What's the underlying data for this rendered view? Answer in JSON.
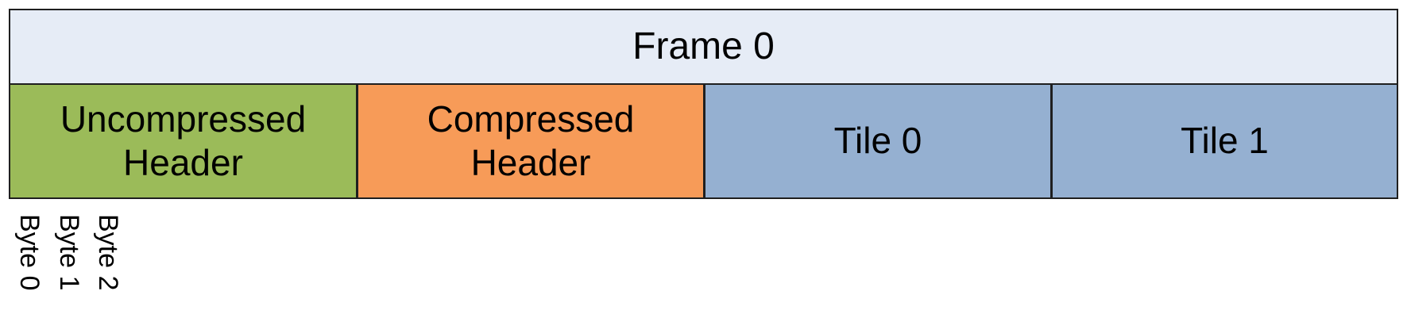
{
  "frame": {
    "label": "Frame 0",
    "color": "#e6ecf6"
  },
  "segments": [
    {
      "label": "Uncompressed\nHeader",
      "color": "#9bbb59"
    },
    {
      "label": "Compressed\nHeader",
      "color": "#f79b58"
    },
    {
      "label": "Tile 0",
      "color": "#95b0d1"
    },
    {
      "label": "Tile 1",
      "color": "#95b0d1"
    }
  ],
  "byte_labels": [
    "Byte 0",
    "Byte 1",
    "Byte 2"
  ]
}
